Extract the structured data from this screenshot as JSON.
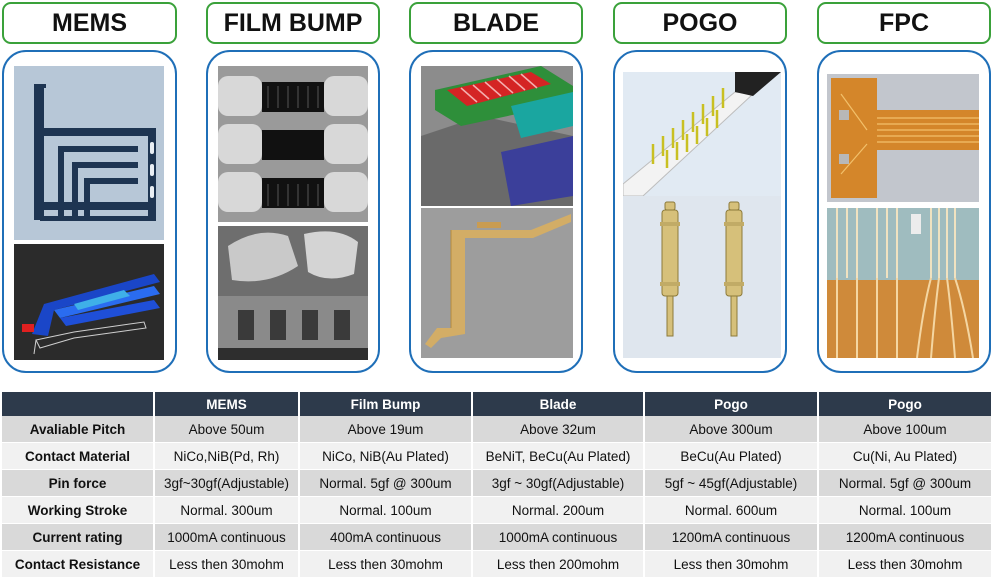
{
  "categories": [
    {
      "title": "MEMS"
    },
    {
      "title": "FILM BUMP"
    },
    {
      "title": "BLADE"
    },
    {
      "title": "POGO"
    },
    {
      "title": "FPC"
    }
  ],
  "table": {
    "headers": [
      "",
      "MEMS",
      "Film Bump",
      "Blade",
      "Pogo",
      "Pogo"
    ],
    "rows": [
      {
        "label": "Avaliable Pitch",
        "cells": [
          "Above 50um",
          "Above 19um",
          "Above 32um",
          "Above 300um",
          "Above 100um"
        ]
      },
      {
        "label": "Contact Material",
        "cells": [
          "NiCo,NiB(Pd, Rh)",
          "NiCo, NiB(Au Plated)",
          "BeNiT, BeCu(Au Plated)",
          "BeCu(Au Plated)",
          "Cu(Ni, Au Plated)"
        ]
      },
      {
        "label": "Pin force",
        "cells": [
          "3gf~30gf(Adjustable)",
          "Normal. 5gf @ 300um",
          "3gf ~ 30gf(Adjustable)",
          "5gf ~ 45gf(Adjustable)",
          "Normal. 5gf @ 300um"
        ]
      },
      {
        "label": "Working Stroke",
        "cells": [
          "Normal. 300um",
          "Normal. 100um",
          "Normal. 200um",
          "Normal. 600um",
          "Normal. 100um"
        ]
      },
      {
        "label": "Current rating",
        "cells": [
          "1000mA continuous",
          "400mA continuous",
          "1000mA continuous",
          "1200mA continuous",
          "1200mA continuous"
        ]
      },
      {
        "label": "Contact Resistance",
        "cells": [
          "Less then 30mohm",
          "Less then 30mohm",
          "Less then 200mohm",
          "Less then 30mohm",
          "Less then 30mohm"
        ]
      }
    ]
  }
}
